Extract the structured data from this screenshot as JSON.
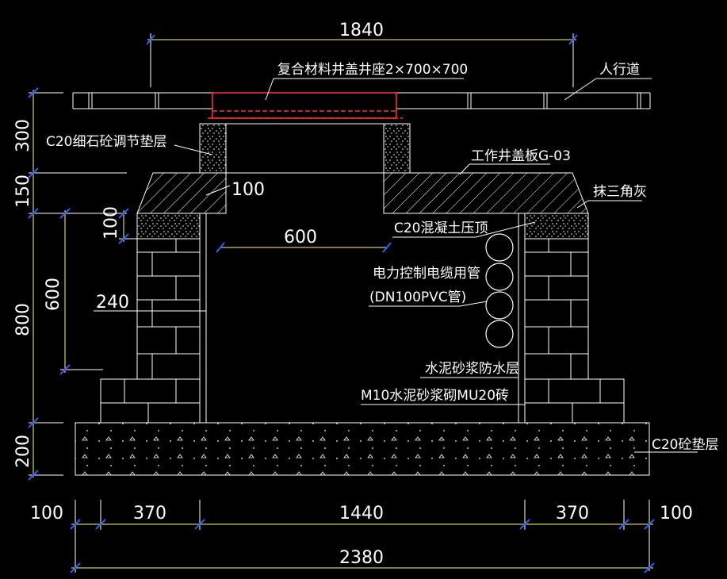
{
  "colors": {
    "background": "#000000",
    "outline": "#ffffff",
    "dimension_line": "#ffff66",
    "dimension_tick": "#2e5cff",
    "leader": "#ffffff",
    "cover_frame": "#ff3333"
  },
  "labels": {
    "cover_seat": "复合材料井盖井座2×700×700",
    "sidewalk": "人行道",
    "c20_fine_stone": "C20细石砼调节垫层",
    "cover_slab": "工作井盖板G-03",
    "triangle_ash": "抹三角灰",
    "c20_coping": "C20混凝土压顶",
    "cable_pipe_1": "电力控制电缆用管",
    "cable_pipe_2": "(DN100PVC管)",
    "waterproof": "水泥砂浆防水层",
    "brick": "M10水泥砂浆砌MU20砖",
    "c20_cushion": "C20砼垫层"
  },
  "dimensions": {
    "top_width": "1840",
    "h_300": "300",
    "h_150": "150",
    "h_800": "800",
    "h_200": "200",
    "h_100": "100",
    "h_600": "600",
    "slab_100": "100",
    "inner_600": "600",
    "wall_240": "240",
    "b_100_left": "100",
    "b_370_left": "370",
    "b_1440": "1440",
    "b_370_right": "370",
    "b_100_right": "100",
    "total_2380": "2380"
  }
}
